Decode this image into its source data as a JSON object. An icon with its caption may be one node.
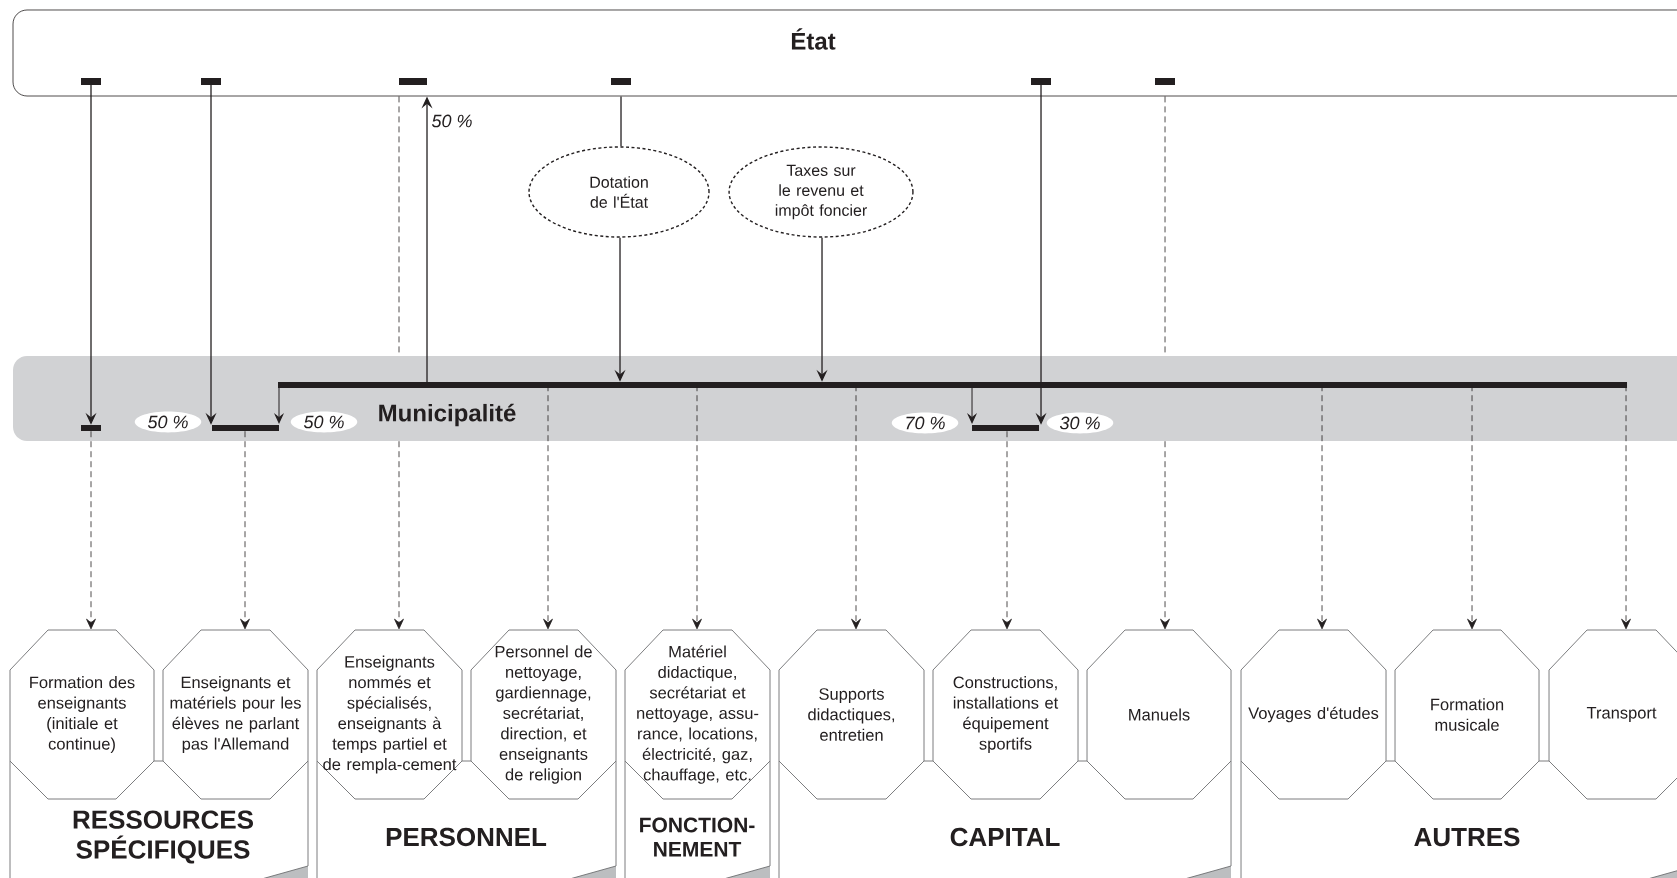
{
  "diagram": {
    "nodes": [
      {
        "text": [
          "État"
        ]
      },
      {
        "text": [
          "Dotation de l'État"
        ]
      },
      {
        "text": [
          "Taxes sur le revenu et impôt foncier"
        ]
      },
      {
        "text": [
          "Municipalité"
        ]
      },
      {
        "text": [
          "RESSOURCES SPÉCIFIQUES"
        ]
      },
      {
        "text": [
          "Formation des enseignants (initiale et continue)"
        ]
      },
      {
        "text": [
          "Enseignants et matériels pour les élèves ne parlant pas l'Allemand"
        ]
      },
      {
        "text": [
          "PERSONNEL"
        ]
      },
      {
        "text": [
          "Enseignants nommés et spécialisés, enseignants à temps partiel et de rempla-cement"
        ]
      },
      {
        "text": [
          "Personnel de nettoyage, gardiennage, secrétariat, direction, et enseignants de religion"
        ]
      },
      {
        "text": [
          "FONCTION-NEMENT"
        ]
      },
      {
        "text": [
          "Matériel didactique, secrétariat et nettoyage, assu-rance, locations, électricité, gaz, chauffage, etc."
        ]
      },
      {
        "text": [
          "CAPITAL"
        ]
      },
      {
        "text": [
          "Supports didactiques, entretien"
        ]
      },
      {
        "text": [
          "Constructions, installations et équipement sportifs"
        ]
      },
      {
        "text": [
          "Manuels"
        ]
      },
      {
        "text": [
          "AUTRES"
        ]
      },
      {
        "text": [
          "Voyages d'études"
        ]
      },
      {
        "text": [
          "Formation musicale"
        ]
      },
      {
        "text": [
          "Transport"
        ]
      }
    ],
    "edges": [
      {
        "from": 0,
        "to": 3,
        "arrow": "to"
      },
      {
        "from": 0,
        "to": 3,
        "arrow": "to",
        "label": "50 %"
      },
      {
        "from": 3,
        "to": 0,
        "arrow": "to",
        "label": "50 %"
      },
      {
        "from": 0,
        "to": 1,
        "arrow": "none"
      },
      {
        "from": 1,
        "to": 3,
        "arrow": "to"
      },
      {
        "from": 2,
        "to": 3,
        "arrow": "to"
      },
      {
        "from": 0,
        "to": 3,
        "arrow": "to",
        "label": "30 %"
      },
      {
        "from": 3,
        "to": 5,
        "arrow": "to",
        "style": "dashed"
      },
      {
        "from": 3,
        "to": 6,
        "arrow": "to",
        "style": "dashed"
      },
      {
        "from": 0,
        "to": 3,
        "arrow": "none",
        "style": "dashed"
      },
      {
        "from": 3,
        "to": 9,
        "arrow": "to",
        "style": "dashed"
      },
      {
        "from": 3,
        "to": 11,
        "arrow": "to",
        "style": "dashed"
      },
      {
        "from": 3,
        "to": 13,
        "arrow": "to",
        "style": "dashed"
      },
      {
        "from": 3,
        "to": 14,
        "arrow": "to",
        "style": "dashed"
      },
      {
        "from": 0,
        "to": 3,
        "arrow": "none",
        "style": "dashed"
      },
      {
        "from": 3,
        "to": 17,
        "arrow": "to",
        "style": "dashed"
      },
      {
        "from": 3,
        "to": 18,
        "arrow": "to",
        "style": "dashed"
      },
      {
        "from": 3,
        "to": 19,
        "arrow": "to",
        "style": "dashed"
      },
      {
        "from": 3,
        "to": 8,
        "arrow": "to",
        "style": "dashed"
      },
      {
        "from": 3,
        "to": 15,
        "arrow": "to",
        "style": "dashed"
      }
    ],
    "labels": [
      "50 %",
      "70 %"
    ]
  }
}
